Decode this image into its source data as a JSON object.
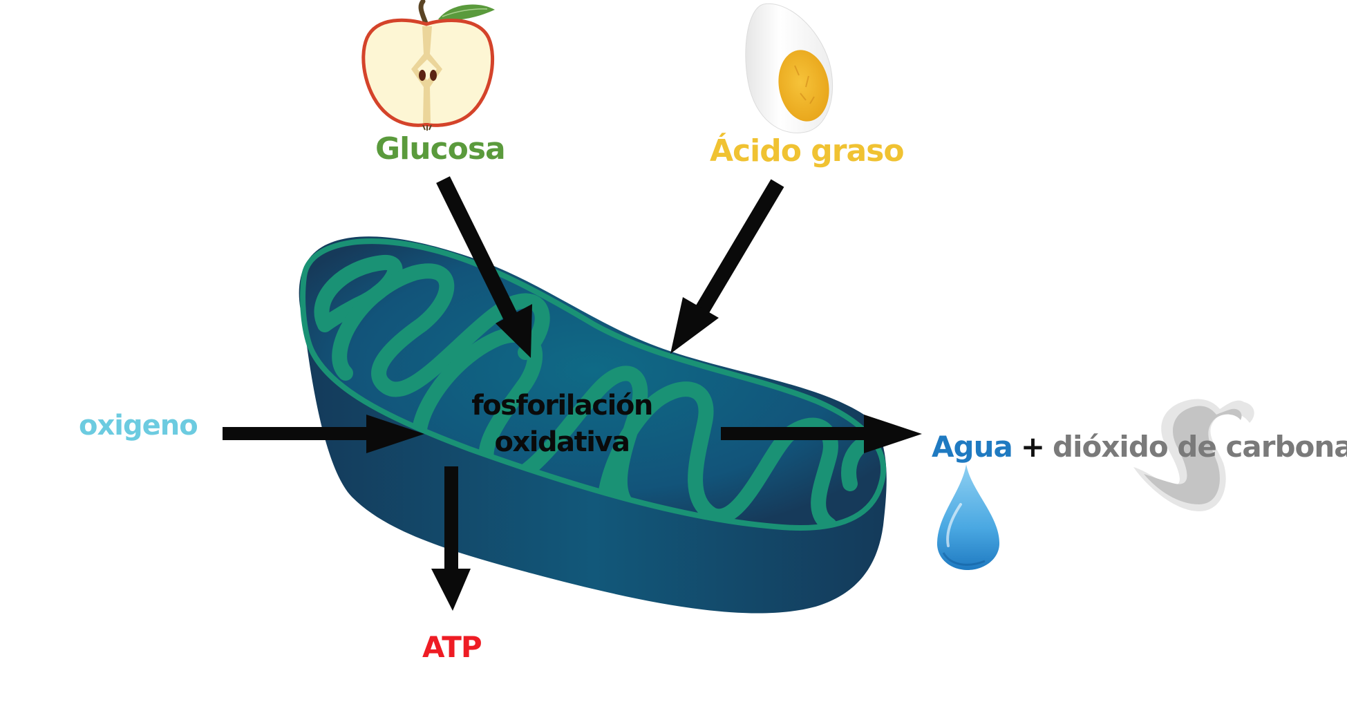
{
  "diagram": {
    "inputs": [
      {
        "id": "glucose",
        "label": "Glucosa",
        "color": "#5a9a3c",
        "icon": "apple-half-icon"
      },
      {
        "id": "fatty-acid",
        "label": "Ácido graso",
        "color": "#f0c232",
        "icon": "boiled-egg-icon"
      },
      {
        "id": "oxygen",
        "label": "oxigeno",
        "color": "#6ccbe0"
      }
    ],
    "process": {
      "line1": "fosforilación",
      "line2": "oxidativa",
      "organelle": "mitochondrion-icon",
      "colors": {
        "membrane": "#1a9275",
        "shell": "#124d6b",
        "matrix": "#0f6a86",
        "shadow": "#143a5a"
      }
    },
    "outputs": {
      "energy": {
        "label": "ATP",
        "color": "#ee1c24"
      },
      "water": {
        "label": "Agua",
        "color": "#1f7ac1",
        "icon": "water-drop-icon"
      },
      "plus": "+",
      "co2": {
        "label": "dióxido de carbona",
        "color": "#7a7a7a",
        "icon": "smoke-icon"
      }
    },
    "arrow_color": "#0a0a0a"
  }
}
